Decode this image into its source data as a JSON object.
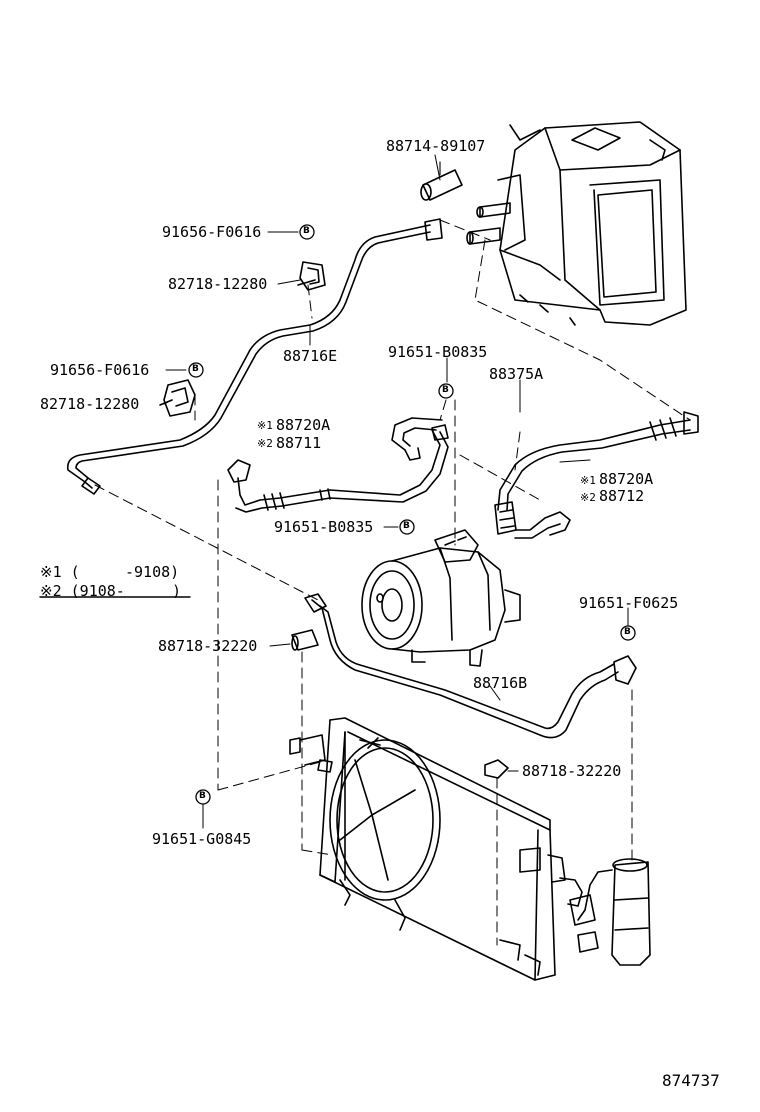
{
  "labels": {
    "p88714": "88714-89107",
    "p91656a": "91656-F0616",
    "p82718a": "82718-12280",
    "p88716e": "88716E",
    "p91656b": "91656-F0616",
    "p82718b": "82718-12280",
    "p91651_b0835a": "91651-B0835",
    "p88375a": "88375A",
    "p88720a_1": "88720A",
    "p88711": "88711",
    "p88720a_2": "88720A",
    "p88712": "88712",
    "p91651_b0835b": "91651-B0835",
    "note1_a": "※1 (",
    "note1_b": "-9108)",
    "note2_a": "※2 (9108-",
    "note2_b": ")",
    "p91651_f0625": "91651-F0625",
    "p88718_32220a": "88718-32220",
    "p88716b": "88716B",
    "p88718_32220b": "88718-32220",
    "p91651_g0845": "91651-G0845",
    "diagram_id": "874737"
  },
  "marks": {
    "mark1": "※1",
    "mark2": "※2",
    "bolt": "B"
  }
}
